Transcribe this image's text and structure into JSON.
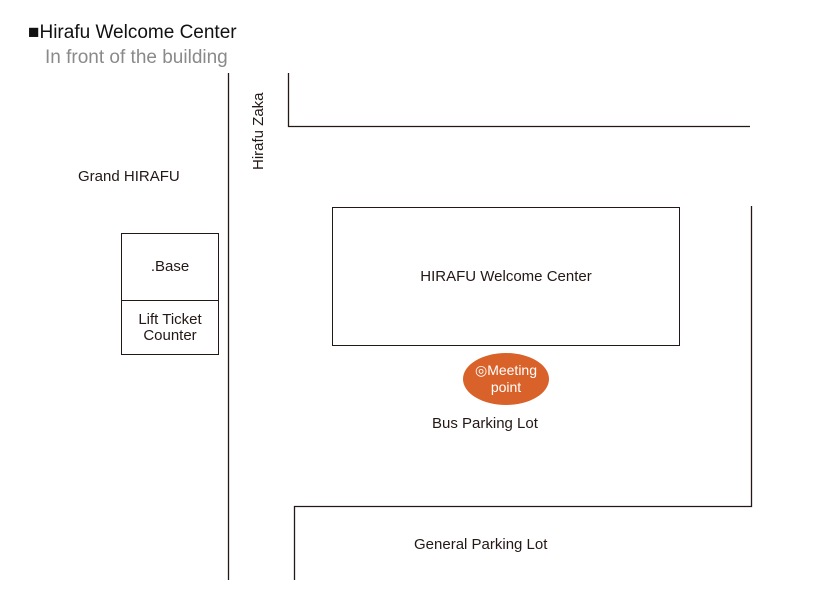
{
  "header": {
    "title_marker": "■",
    "title": "Hirafu Welcome Center",
    "subtitle": "In front of the building"
  },
  "map": {
    "labels": {
      "grand_hirafu": "Grand HIRAFU",
      "hirafu_zaka": "Hirafu Zaka",
      "base": ".Base",
      "lift_ticket_counter_1": "Lift Ticket",
      "lift_ticket_counter_2": "Counter",
      "welcome_center": "HIRAFU Welcome Center",
      "bus_parking": "Bus Parking Lot",
      "general_parking": "General Parking Lot"
    },
    "meeting_point": {
      "line1": "◎Meeting",
      "line2": "point",
      "color": "#d9622a"
    }
  }
}
